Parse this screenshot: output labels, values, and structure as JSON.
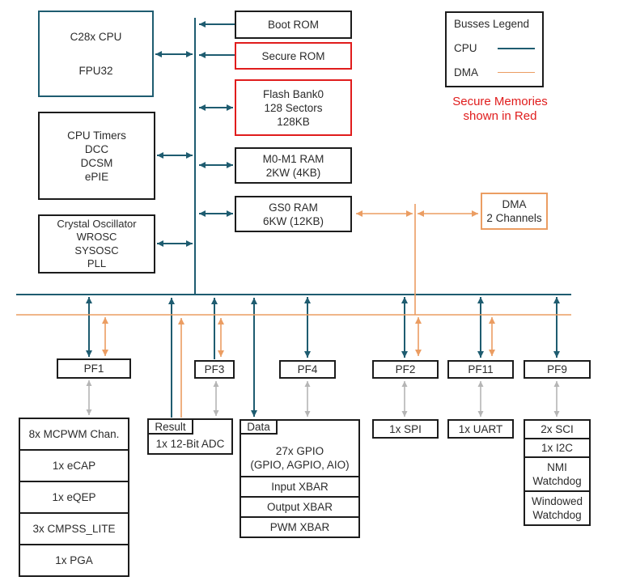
{
  "colors": {
    "cpu_bus": "#1e5c70",
    "dma_bus": "#eb9d62",
    "secure_red": "#e01c1c",
    "box_border": "#1c1c1c",
    "pf_peripheral_link": "#b5b5b5",
    "text": "#2b2b2b",
    "background": "#ffffff"
  },
  "legend": {
    "title": "Busses Legend",
    "entries": [
      {
        "label": "CPU",
        "color": "#1e5c70"
      },
      {
        "label": "DMA",
        "color": "#eb9d62"
      }
    ],
    "note": "Secure Memories\nshown in Red"
  },
  "blocks": {
    "cpu": "C28x CPU\n\nFPU32",
    "cpu_timers": "CPU Timers\nDCC\nDCSM\nePIE",
    "oscillator": "Crystal Oscillator\nWROSC\nSYSOSC\nPLL",
    "boot_rom": "Boot ROM",
    "secure_rom": "Secure ROM",
    "flash": "Flash Bank0\n128 Sectors\n128KB",
    "m0m1_ram": "M0-M1 RAM\n2KW (4KB)",
    "gs0_ram": "GS0 RAM\n6KW (12KB)",
    "dma": "DMA\n2 Channels"
  },
  "pf_bridges": {
    "pf1": "PF1",
    "pf3": "PF3",
    "pf4": "PF4",
    "pf2": "PF2",
    "pf11": "PF11",
    "pf9": "PF9"
  },
  "peripherals": {
    "control_stack": [
      "8x MCPWM Chan.",
      "1x eCAP",
      "1x eQEP",
      "3x CMPSS_LITE",
      "1x PGA"
    ],
    "adc": {
      "tab": "Result",
      "label": "1x 12-Bit ADC"
    },
    "gpio": {
      "tab": "Data",
      "title": "27x GPIO\n(GPIO, AGPIO, AIO)",
      "xbars": [
        "Input XBAR",
        "Output XBAR",
        "PWM XBAR"
      ]
    },
    "spi": "1x SPI",
    "uart": "1x UART",
    "comms_stack": [
      "2x SCI",
      "1x I2C",
      "NMI\nWatchdog",
      "Windowed\nWatchdog"
    ]
  }
}
